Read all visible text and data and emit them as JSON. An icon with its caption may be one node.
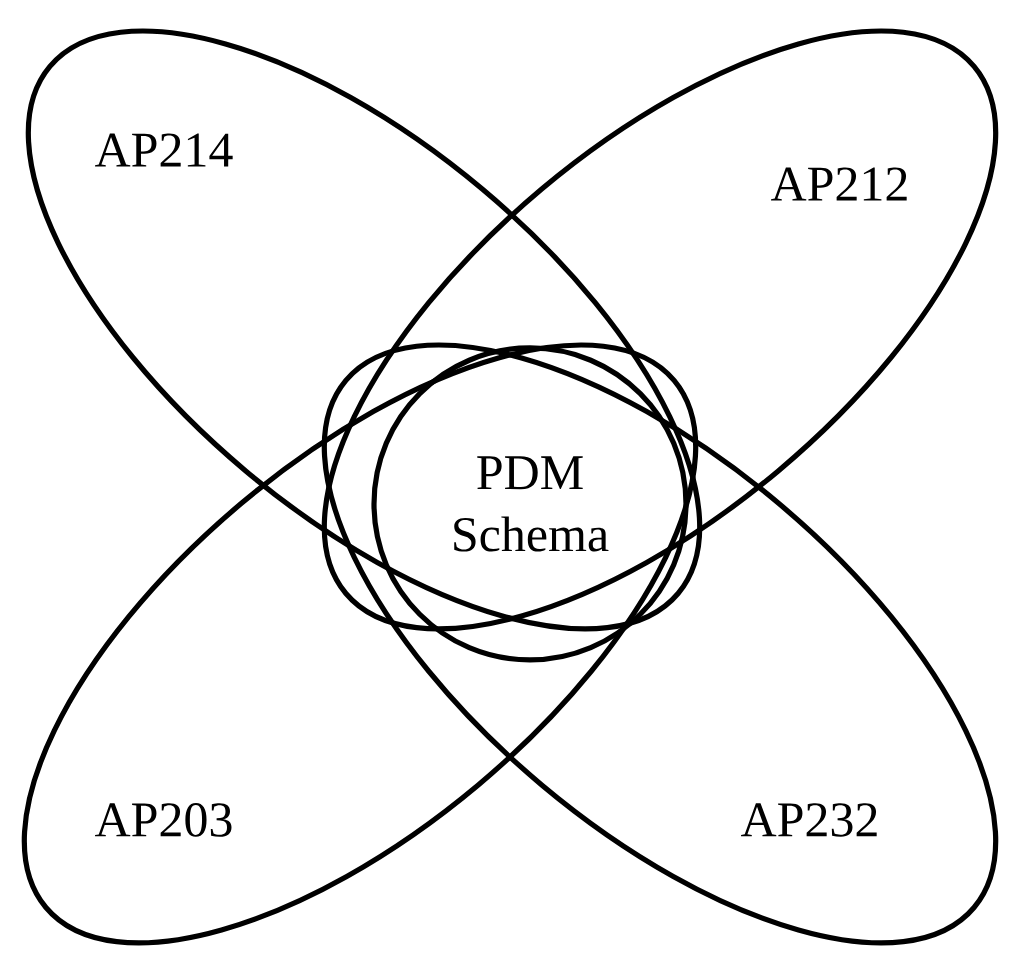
{
  "diagram": {
    "nodes": [
      {
        "text": [
          "AP214"
        ]
      },
      {
        "text": [
          "AP212"
        ]
      },
      {
        "text": [
          "AP203"
        ]
      },
      {
        "text": [
          "AP232"
        ]
      },
      {
        "text": [
          "PDM Schema"
        ]
      }
    ]
  }
}
